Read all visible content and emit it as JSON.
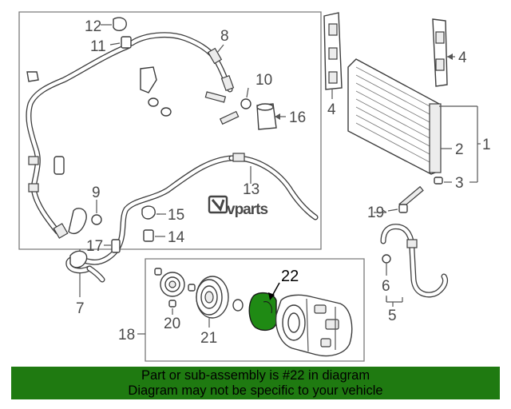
{
  "diagram": {
    "callouts": [
      "12",
      "11",
      "8",
      "10",
      "16",
      "9",
      "13",
      "15",
      "14",
      "17",
      "7",
      "4",
      "4",
      "2",
      "1",
      "3",
      "19",
      "6",
      "5",
      "18",
      "20",
      "21",
      "22"
    ],
    "highlight_part": "22"
  },
  "watermark": {
    "text": "vparts"
  },
  "banner": {
    "line1": "Part or sub-assembly is #22 in diagram",
    "line2": "Diagram may not be specific to your vehicle",
    "color": "#1f7a11"
  }
}
